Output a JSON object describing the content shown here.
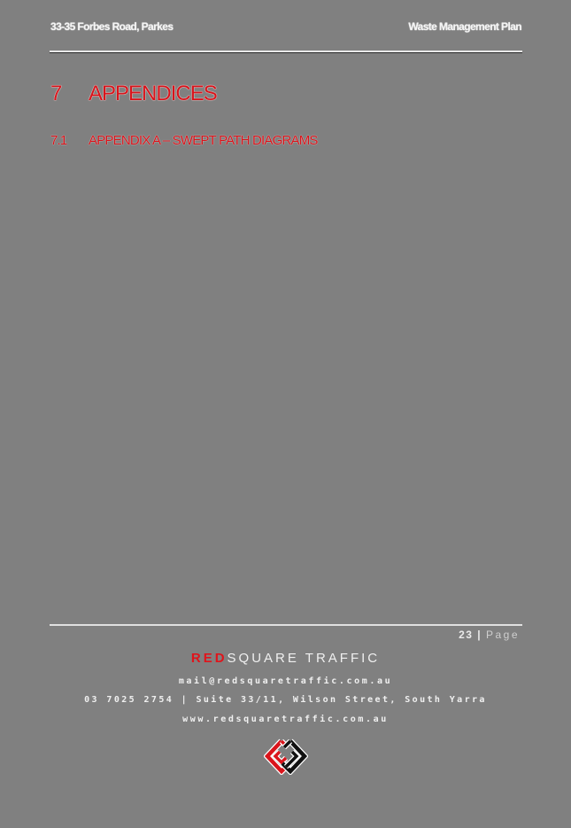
{
  "header": {
    "left": "33-35 Forbes Road, Parkes",
    "right": "Waste Management Plan"
  },
  "section": {
    "number": "7",
    "title": "APPENDICES"
  },
  "subsection": {
    "number": "7.1",
    "title": "APPENDIX A – SWEPT PATH DIAGRAMS"
  },
  "footer": {
    "page_number": "23",
    "page_separator": "|",
    "page_word": "Page",
    "brand_red": "RED",
    "brand_rest": "SQUARE TRAFFIC",
    "email": "mail@redsquaretraffic.com.au",
    "address": "03 7025 2754 | Suite 33/11, Wilson Street, South Yarra",
    "website": "www.redsquaretraffic.com.au"
  },
  "colors": {
    "background": "#808080",
    "accent_red": "#d9141b",
    "text_light": "#f4f4f4"
  }
}
